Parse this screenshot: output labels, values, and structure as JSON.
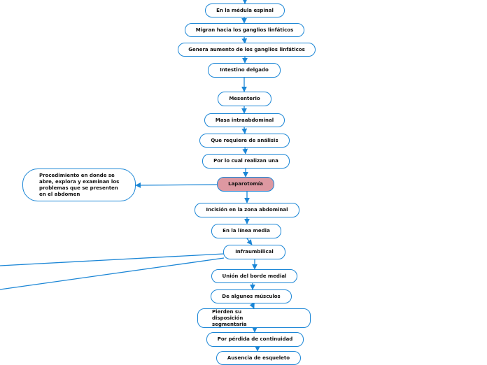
{
  "nodes": {
    "medula": "En la médula espinal",
    "migran": "Migran hacia los ganglios linfáticos",
    "aumento": "Genera aumento de los ganglios linfáticos",
    "intestino": "Intestino delgado",
    "mesenterio": "Mesenterio",
    "masa": "Masa intraabdominal",
    "analisis": "Que requiere de análisis",
    "realizan": "Por lo cual realizan una",
    "laparotomia": "Laparotomía",
    "procedimiento": "Procedimiento en donde se abre, explora y examinan los problemas que se presenten en el abdomen",
    "incision": "Incisión en la zona abdominal",
    "linea": "En la línea media",
    "infraumbilical": "Infraumbilical",
    "union": "Unión del borde medial",
    "musculos": "De algunos músculos",
    "pierden": "Pierden su disposición segmentaria",
    "continuidad": "Por pérdida de continuidad",
    "ausencia": "Ausencia de esqueleto"
  },
  "colors": {
    "link": "#1b86d6",
    "node_border": "#1b86d6",
    "highlight_fill": "#dd98a1"
  }
}
